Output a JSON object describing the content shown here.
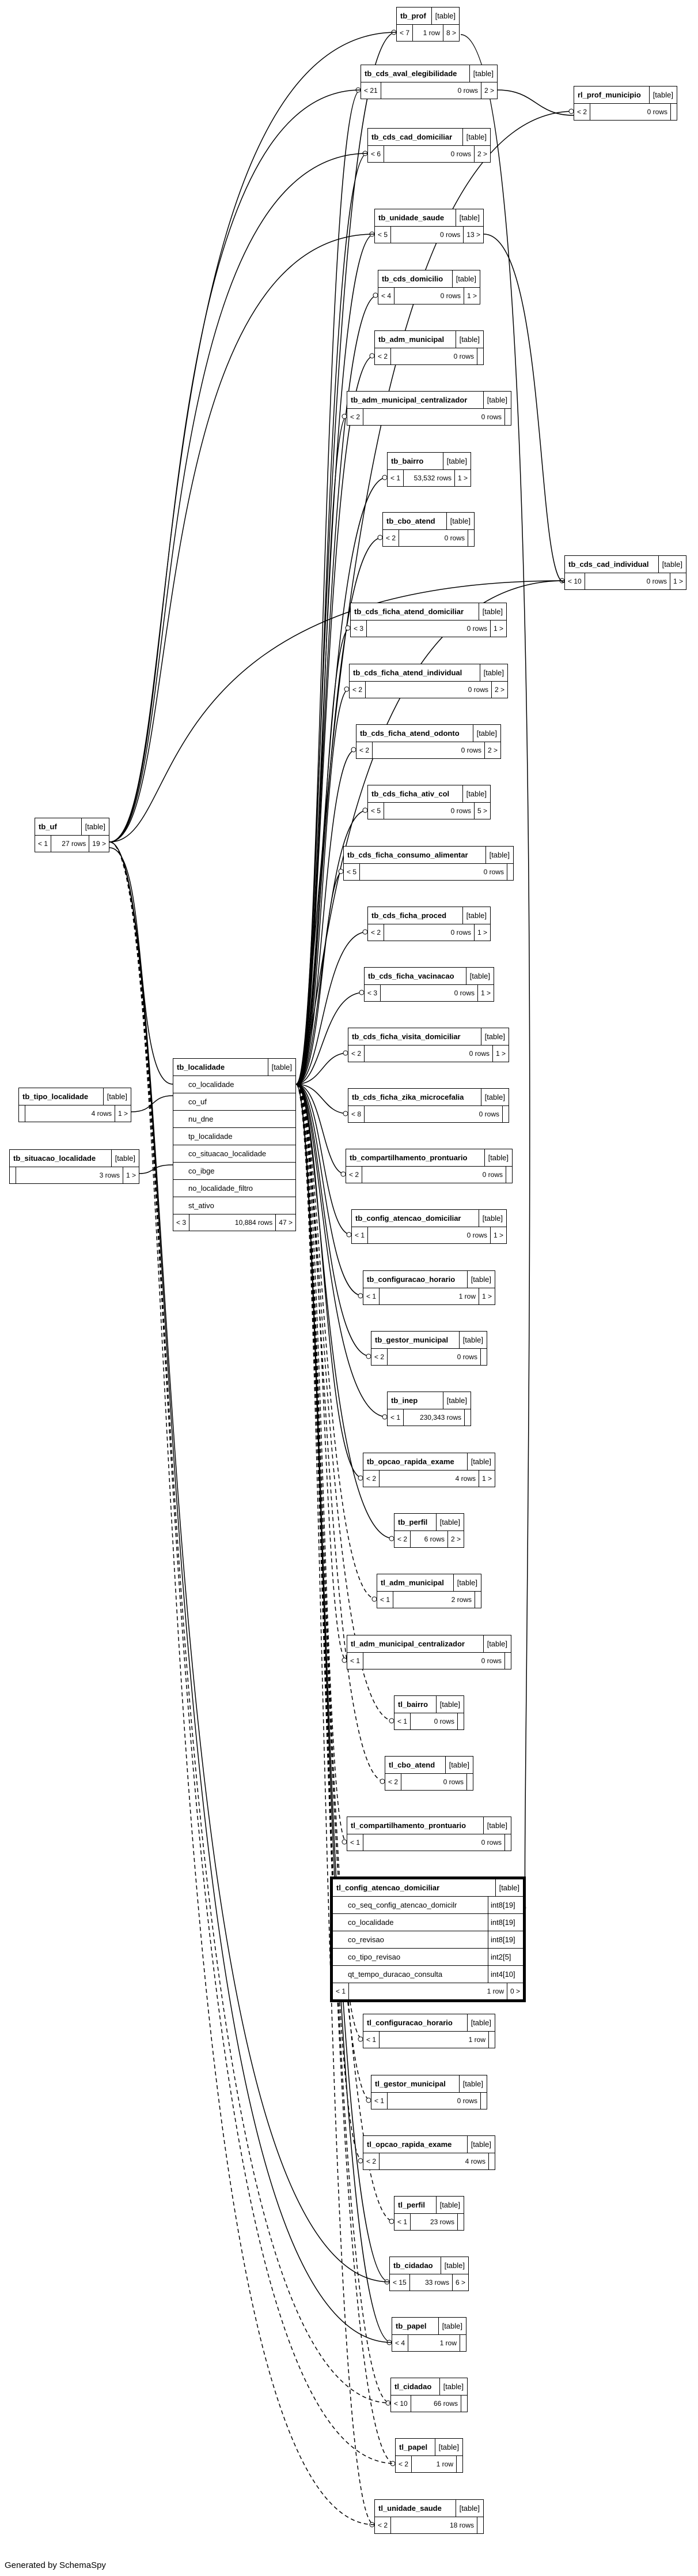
{
  "footer": "Generated by SchemaSpy",
  "tables": [
    {
      "id": "tb_prof",
      "name": "tb_prof",
      "type": "[table]",
      "parents": "< 7",
      "rows": "1 row",
      "children": "8 >"
    },
    {
      "id": "tb_cds_aval_elegibilidade",
      "name": "tb_cds_aval_elegibilidade",
      "type": "[table]",
      "parents": "< 21",
      "rows": "0 rows",
      "children": "2 >"
    },
    {
      "id": "rl_prof_municipio",
      "name": "rl_prof_municipio",
      "type": "[table]",
      "parents": "< 2",
      "rows": "0 rows",
      "children": ""
    },
    {
      "id": "tb_cds_cad_domiciliar",
      "name": "tb_cds_cad_domiciliar",
      "type": "[table]",
      "parents": "< 6",
      "rows": "0 rows",
      "children": "2 >"
    },
    {
      "id": "tb_unidade_saude",
      "name": "tb_unidade_saude",
      "type": "[table]",
      "parents": "< 5",
      "rows": "0 rows",
      "children": "13 >"
    },
    {
      "id": "tb_cds_domicilio",
      "name": "tb_cds_domicilio",
      "type": "[table]",
      "parents": "< 4",
      "rows": "0 rows",
      "children": "1 >"
    },
    {
      "id": "tb_adm_municipal",
      "name": "tb_adm_municipal",
      "type": "[table]",
      "parents": "< 2",
      "rows": "0 rows",
      "children": ""
    },
    {
      "id": "tb_adm_municipal_centralizador",
      "name": "tb_adm_municipal_centralizador",
      "type": "[table]",
      "parents": "< 2",
      "rows": "0 rows",
      "children": ""
    },
    {
      "id": "tb_bairro",
      "name": "tb_bairro",
      "type": "[table]",
      "parents": "< 1",
      "rows": "53,532 rows",
      "children": "1 >"
    },
    {
      "id": "tb_cbo_atend",
      "name": "tb_cbo_atend",
      "type": "[table]",
      "parents": "< 2",
      "rows": "0 rows",
      "children": ""
    },
    {
      "id": "tb_cds_cad_individual",
      "name": "tb_cds_cad_individual",
      "type": "[table]",
      "parents": "< 10",
      "rows": "0 rows",
      "children": "1 >"
    },
    {
      "id": "tb_cds_ficha_atend_domiciliar",
      "name": "tb_cds_ficha_atend_domiciliar",
      "type": "[table]",
      "parents": "< 3",
      "rows": "0 rows",
      "children": "1 >"
    },
    {
      "id": "tb_cds_ficha_atend_individual",
      "name": "tb_cds_ficha_atend_individual",
      "type": "[table]",
      "parents": "< 2",
      "rows": "0 rows",
      "children": "2 >"
    },
    {
      "id": "tb_cds_ficha_atend_odonto",
      "name": "tb_cds_ficha_atend_odonto",
      "type": "[table]",
      "parents": "< 2",
      "rows": "0 rows",
      "children": "2 >"
    },
    {
      "id": "tb_cds_ficha_ativ_col",
      "name": "tb_cds_ficha_ativ_col",
      "type": "[table]",
      "parents": "< 5",
      "rows": "0 rows",
      "children": "5 >"
    },
    {
      "id": "tb_uf",
      "name": "tb_uf",
      "type": "[table]",
      "parents": "< 1",
      "rows": "27 rows",
      "children": "19 >"
    },
    {
      "id": "tb_cds_ficha_consumo_alimentar",
      "name": "tb_cds_ficha_consumo_alimentar",
      "type": "[table]",
      "parents": "< 5",
      "rows": "0 rows",
      "children": ""
    },
    {
      "id": "tb_cds_ficha_proced",
      "name": "tb_cds_ficha_proced",
      "type": "[table]",
      "parents": "< 2",
      "rows": "0 rows",
      "children": "1 >"
    },
    {
      "id": "tb_cds_ficha_vacinacao",
      "name": "tb_cds_ficha_vacinacao",
      "type": "[table]",
      "parents": "< 3",
      "rows": "0 rows",
      "children": "1 >"
    },
    {
      "id": "tb_cds_ficha_visita_domiciliar",
      "name": "tb_cds_ficha_visita_domiciliar",
      "type": "[table]",
      "parents": "< 2",
      "rows": "0 rows",
      "children": "1 >"
    },
    {
      "id": "tb_tipo_localidade",
      "name": "tb_tipo_localidade",
      "type": "[table]",
      "parents": "",
      "rows": "4 rows",
      "children": "1 >"
    },
    {
      "id": "tb_cds_ficha_zika_microcefalia",
      "name": "tb_cds_ficha_zika_microcefalia",
      "type": "[table]",
      "parents": "< 8",
      "rows": "0 rows",
      "children": ""
    },
    {
      "id": "tb_situacao_localidade",
      "name": "tb_situacao_localidade",
      "type": "[table]",
      "parents": "",
      "rows": "3 rows",
      "children": "1 >"
    },
    {
      "id": "tb_compartilhamento_prontuario",
      "name": "tb_compartilhamento_prontuario",
      "type": "[table]",
      "parents": "< 2",
      "rows": "0 rows",
      "children": ""
    },
    {
      "id": "tb_config_atencao_domiciliar",
      "name": "tb_config_atencao_domiciliar",
      "type": "[table]",
      "parents": "< 1",
      "rows": "0 rows",
      "children": "1 >"
    },
    {
      "id": "tb_configuracao_horario",
      "name": "tb_configuracao_horario",
      "type": "[table]",
      "parents": "< 1",
      "rows": "1 row",
      "children": "1 >"
    },
    {
      "id": "tb_gestor_municipal",
      "name": "tb_gestor_municipal",
      "type": "[table]",
      "parents": "< 2",
      "rows": "0 rows",
      "children": ""
    },
    {
      "id": "tb_inep",
      "name": "tb_inep",
      "type": "[table]",
      "parents": "< 1",
      "rows": "230,343 rows",
      "children": ""
    },
    {
      "id": "tb_opcao_rapida_exame",
      "name": "tb_opcao_rapida_exame",
      "type": "[table]",
      "parents": "< 2",
      "rows": "4 rows",
      "children": "1 >"
    },
    {
      "id": "tb_perfil",
      "name": "tb_perfil",
      "type": "[table]",
      "parents": "< 2",
      "rows": "6 rows",
      "children": "2 >"
    },
    {
      "id": "tl_adm_municipal",
      "name": "tl_adm_municipal",
      "type": "[table]",
      "parents": "< 1",
      "rows": "2 rows",
      "children": ""
    },
    {
      "id": "tl_adm_municipal_centralizador",
      "name": "tl_adm_municipal_centralizador",
      "type": "[table]",
      "parents": "< 1",
      "rows": "0 rows",
      "children": ""
    },
    {
      "id": "tl_bairro",
      "name": "tl_bairro",
      "type": "[table]",
      "parents": "< 1",
      "rows": "0 rows",
      "children": ""
    },
    {
      "id": "tl_cbo_atend",
      "name": "tl_cbo_atend",
      "type": "[table]",
      "parents": "< 2",
      "rows": "0 rows",
      "children": ""
    },
    {
      "id": "tl_compartilhamento_prontuario",
      "name": "tl_compartilhamento_prontuario",
      "type": "[table]",
      "parents": "< 1",
      "rows": "0 rows",
      "children": ""
    },
    {
      "id": "tl_configuracao_horario",
      "name": "tl_configuracao_horario",
      "type": "[table]",
      "parents": "< 1",
      "rows": "1 row",
      "children": ""
    },
    {
      "id": "tl_gestor_municipal",
      "name": "tl_gestor_municipal",
      "type": "[table]",
      "parents": "< 1",
      "rows": "0 rows",
      "children": ""
    },
    {
      "id": "tl_opcao_rapida_exame",
      "name": "tl_opcao_rapida_exame",
      "type": "[table]",
      "parents": "< 2",
      "rows": "4 rows",
      "children": ""
    },
    {
      "id": "tl_perfil",
      "name": "tl_perfil",
      "type": "[table]",
      "parents": "< 1",
      "rows": "23 rows",
      "children": ""
    },
    {
      "id": "tb_cidadao",
      "name": "tb_cidadao",
      "type": "[table]",
      "parents": "< 15",
      "rows": "33 rows",
      "children": "6 >"
    },
    {
      "id": "tb_papel",
      "name": "tb_papel",
      "type": "[table]",
      "parents": "< 4",
      "rows": "1 row",
      "children": ""
    },
    {
      "id": "tl_cidadao",
      "name": "tl_cidadao",
      "type": "[table]",
      "parents": "< 10",
      "rows": "66 rows",
      "children": ""
    },
    {
      "id": "tl_papel",
      "name": "tl_papel",
      "type": "[table]",
      "parents": "< 2",
      "rows": "1 row",
      "children": ""
    },
    {
      "id": "tl_unidade_saude",
      "name": "tl_unidade_saude",
      "type": "[table]",
      "parents": "< 2",
      "rows": "18 rows",
      "children": ""
    }
  ],
  "tb_localidade": {
    "name": "tb_localidade",
    "type": "[table]",
    "fields": [
      "co_localidade",
      "co_uf",
      "nu_dne",
      "tp_localidade",
      "co_situacao_localidade",
      "co_ibge",
      "no_localidade_filtro",
      "st_ativo"
    ],
    "parents": "< 3",
    "rows": "10,884 rows",
    "children": "47 >"
  },
  "tl_config_atencao_domiciliar": {
    "name": "tl_config_atencao_domiciliar",
    "type": "[table]",
    "fields": [
      {
        "name": "co_seq_config_atencao_domicilr",
        "type": "int8[19]"
      },
      {
        "name": "co_localidade",
        "type": "int8[19]"
      },
      {
        "name": "co_revisao",
        "type": "int8[19]"
      },
      {
        "name": "co_tipo_revisao",
        "type": "int2[5]"
      },
      {
        "name": "qt_tempo_duracao_consulta",
        "type": "int4[10]"
      }
    ],
    "parents": "< 1",
    "rows": "1 row",
    "children": "0 >"
  }
}
